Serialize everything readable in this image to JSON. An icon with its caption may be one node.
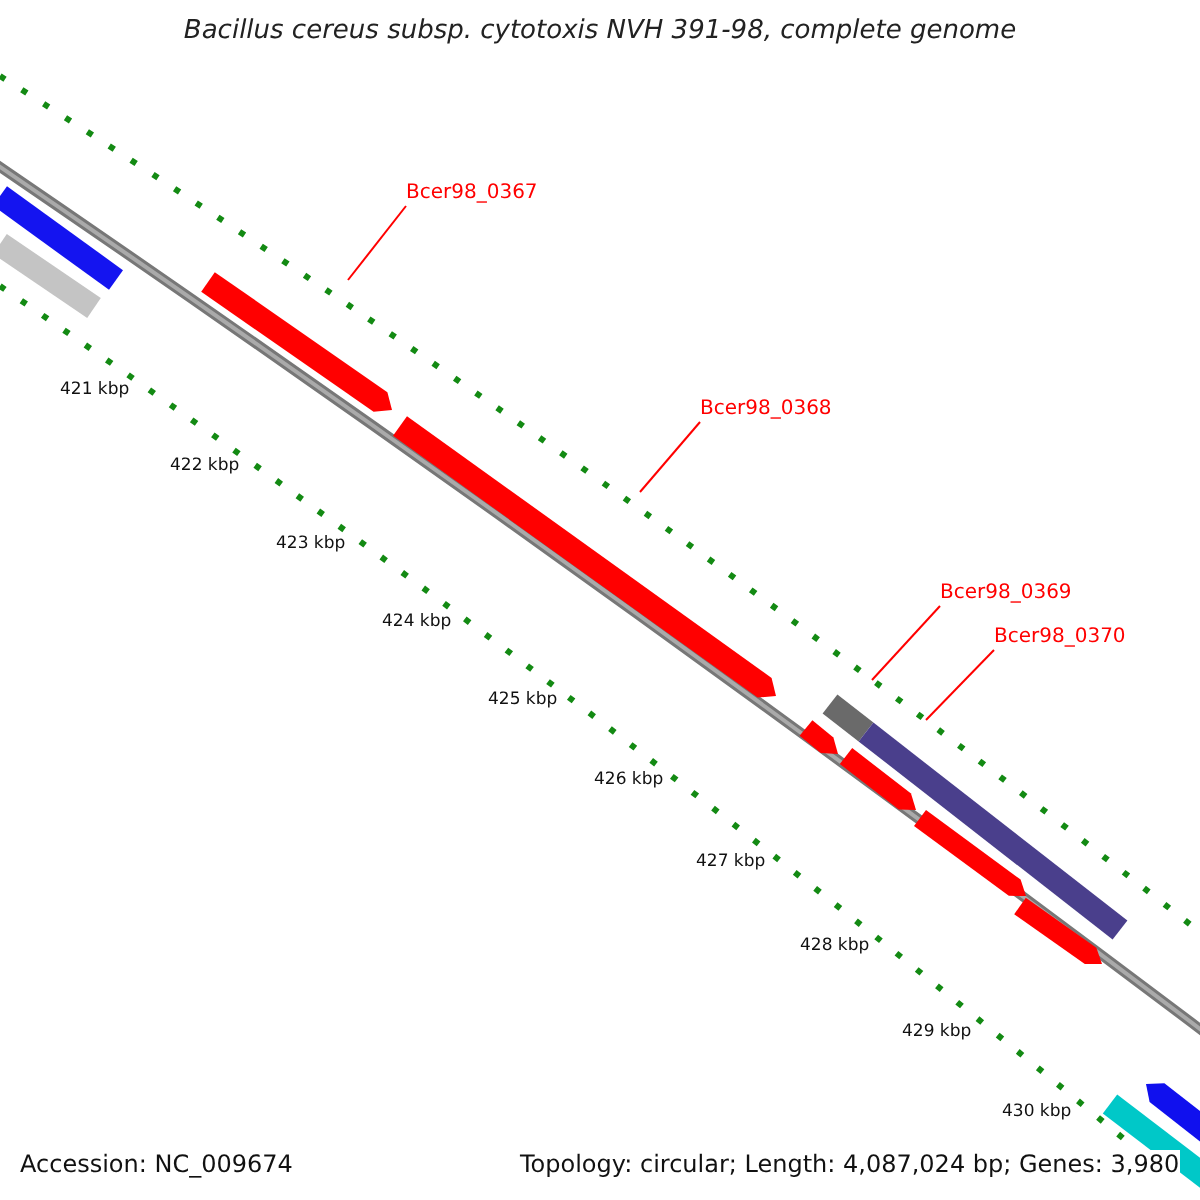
{
  "diagram": {
    "title": "Bacillus cereus subsp. cytotoxis NVH 391-98, complete genome",
    "nodes": [
      {
        "text": [
          "Bcer98_0367"
        ]
      },
      {
        "text": [
          "Bcer98_0368"
        ]
      },
      {
        "text": [
          "Bcer98_0369"
        ]
      },
      {
        "text": [
          "Bcer98_0370"
        ]
      }
    ],
    "edges": [
      {
        "from": 0,
        "to": null,
        "arrow": "none"
      },
      {
        "from": 1,
        "to": null,
        "arrow": "none"
      },
      {
        "from": 2,
        "to": null,
        "arrow": "none"
      },
      {
        "from": 3,
        "to": null,
        "arrow": "none"
      }
    ],
    "labels": [
      "421 kbp",
      "422 kbp",
      "423 kbp",
      "424 kbp",
      "425 kbp",
      "426 kbp",
      "427 kbp",
      "428 kbp",
      "429 kbp",
      "430 kbp",
      "Accession: NC_009674",
      "Topology: circular; Length: 4,087,024 bp; Genes: 3,980"
    ]
  }
}
